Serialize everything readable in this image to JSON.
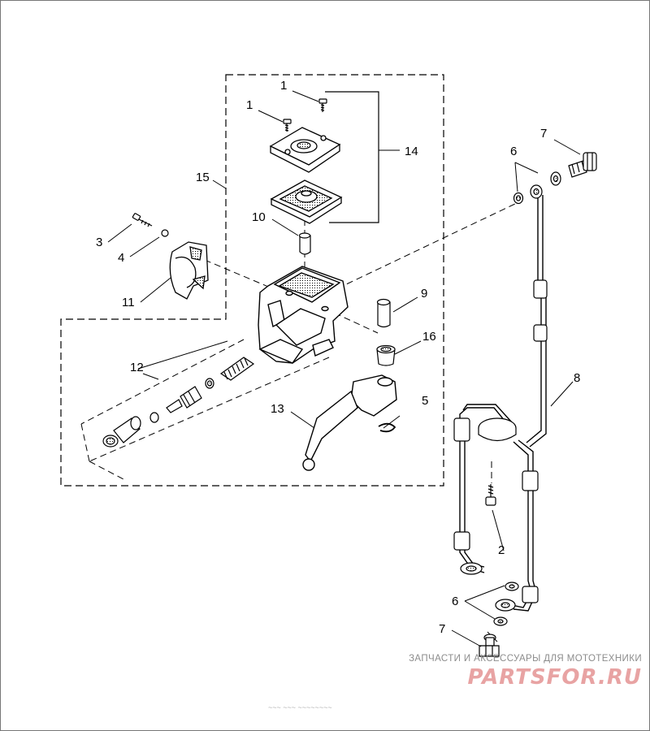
{
  "diagram": {
    "callouts": {
      "c1a": "1",
      "c1b": "1",
      "c2": "2",
      "c3": "3",
      "c4": "4",
      "c5": "5",
      "c6a": "6",
      "c6b": "6",
      "c7a": "7",
      "c7b": "7",
      "c8": "8",
      "c9": "9",
      "c10": "10",
      "c11": "11",
      "c12": "12",
      "c13": "13",
      "c14": "14",
      "c15": "15",
      "c16": "16"
    }
  },
  "watermark": {
    "tagline": "ЗАПЧАСТИ И АКСЕССУАРЫ ДЛЯ МОТОТЕХНИКИ",
    "logo": "PARTSFOR.RU",
    "logo_color": "#e8a3a3"
  },
  "figure_id": "~~~ ~~~ ~~~~~~~~"
}
